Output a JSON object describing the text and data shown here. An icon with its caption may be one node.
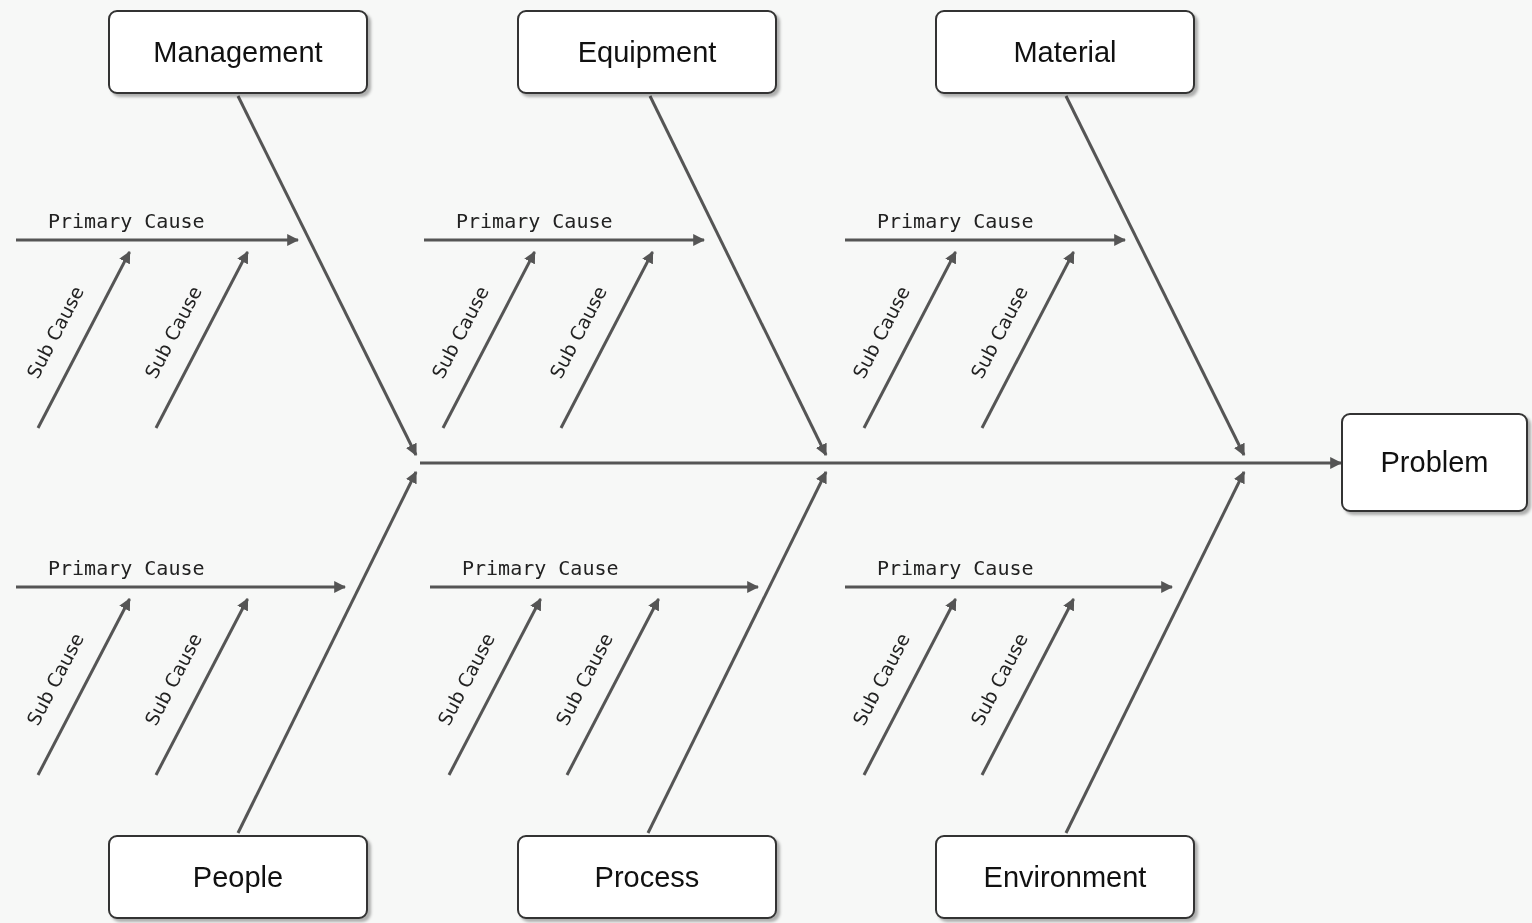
{
  "diagram": {
    "nodes": [
      {
        "text": [
          "Management"
        ]
      },
      {
        "text": [
          "Equipment"
        ]
      },
      {
        "text": [
          "Material"
        ]
      },
      {
        "text": [
          "Primary Cause"
        ]
      },
      {
        "text": [
          "Primary Cause"
        ]
      },
      {
        "text": [
          "Primary Cause"
        ]
      },
      {
        "text": [
          "Problem"
        ]
      },
      {
        "text": [
          "Primary Cause"
        ]
      },
      {
        "text": [
          "Primary Cause"
        ]
      },
      {
        "text": [
          "Primary Cause"
        ]
      },
      {
        "text": [
          "People"
        ]
      },
      {
        "text": [
          "Process"
        ]
      },
      {
        "text": [
          "Environment"
        ]
      }
    ],
    "edges": [
      {
        "from": 0,
        "to": null,
        "arrow": "to"
      },
      {
        "from": 1,
        "to": null,
        "arrow": "to"
      },
      {
        "from": 2,
        "to": null,
        "arrow": "to"
      },
      {
        "from": 3,
        "to": null,
        "arrow": "to"
      },
      {
        "from": 4,
        "to": null,
        "arrow": "to"
      },
      {
        "from": 5,
        "to": null,
        "arrow": "to"
      },
      {
        "from": null,
        "to": 3,
        "label": "Sub Cause",
        "arrow": "to"
      },
      {
        "from": null,
        "to": 3,
        "label": "Sub Cause",
        "arrow": "to"
      },
      {
        "from": null,
        "to": 4,
        "label": "Sub Cause",
        "arrow": "to"
      },
      {
        "from": null,
        "to": 4,
        "label": "Sub Cause",
        "arrow": "to"
      },
      {
        "from": null,
        "to": 5,
        "label": "Sub Cause",
        "arrow": "to"
      },
      {
        "from": null,
        "to": 5,
        "label": "Sub Cause",
        "arrow": "to"
      },
      {
        "from": null,
        "to": 6,
        "arrow": "to"
      },
      {
        "from": 7,
        "to": null,
        "arrow": "to"
      },
      {
        "from": 8,
        "to": null,
        "arrow": "to"
      },
      {
        "from": 9,
        "to": null,
        "arrow": "to"
      },
      {
        "from": null,
        "to": 7,
        "label": "Sub Cause",
        "arrow": "to"
      },
      {
        "from": null,
        "to": 7,
        "label": "Sub Cause",
        "arrow": "to"
      },
      {
        "from": null,
        "to": 8,
        "label": "Sub Cause",
        "arrow": "to"
      },
      {
        "from": null,
        "to": 8,
        "label": "Sub Cause",
        "arrow": "to"
      },
      {
        "from": null,
        "to": 9,
        "label": "Sub Cause",
        "arrow": "to"
      },
      {
        "from": null,
        "to": 9,
        "label": "Sub Cause",
        "arrow": "to"
      },
      {
        "from": 10,
        "to": null,
        "arrow": "to"
      },
      {
        "from": 11,
        "to": null,
        "arrow": "to"
      },
      {
        "from": 12,
        "to": null,
        "arrow": "to"
      }
    ]
  }
}
